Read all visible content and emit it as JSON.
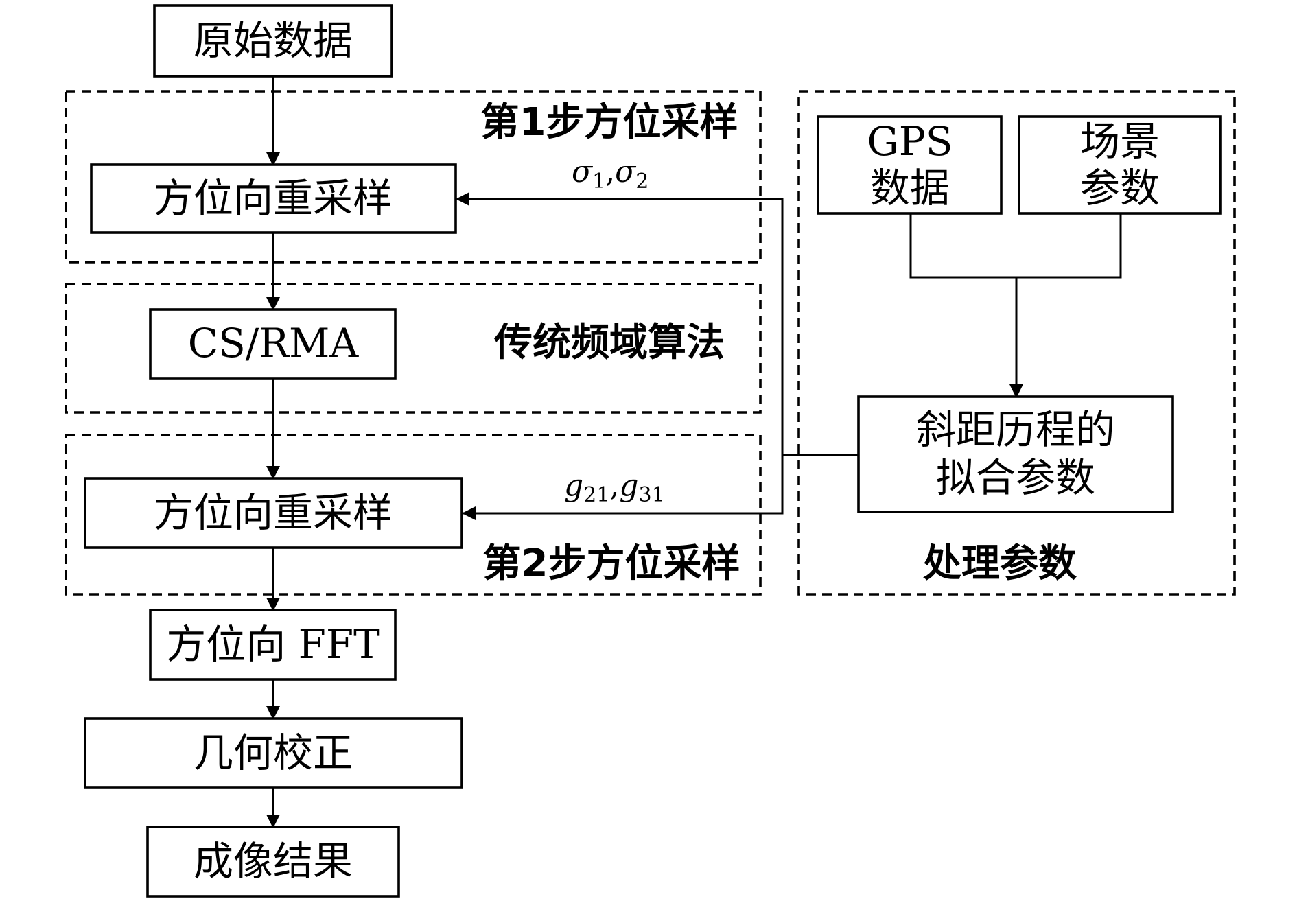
{
  "nodes": {
    "raw_data": "原始数据",
    "resample1": "方位向重采样",
    "cs_rma": "CS/RMA",
    "resample2": "方位向重采样",
    "azimuth_fft": "方位向 FFT",
    "geo_correction": "几何校正",
    "imaging_result": "成像结果",
    "gps_line1": "GPS",
    "gps_line2": "数据",
    "scene_line1": "场景",
    "scene_line2": "参数",
    "fit_line1": "斜距历程的",
    "fit_line2": "拟合参数"
  },
  "groups": {
    "step1": "第1步方位采样",
    "traditional": "传统频域算法",
    "step2": "第2步方位采样",
    "processing": "处理参数"
  },
  "edge_labels": {
    "sigma": {
      "sym": "σ",
      "sub1": "1",
      "sep": ",",
      "sub2": "2"
    },
    "g": {
      "sym": "g",
      "sub1": "21",
      "sep": ",",
      "sub2": "31"
    }
  }
}
